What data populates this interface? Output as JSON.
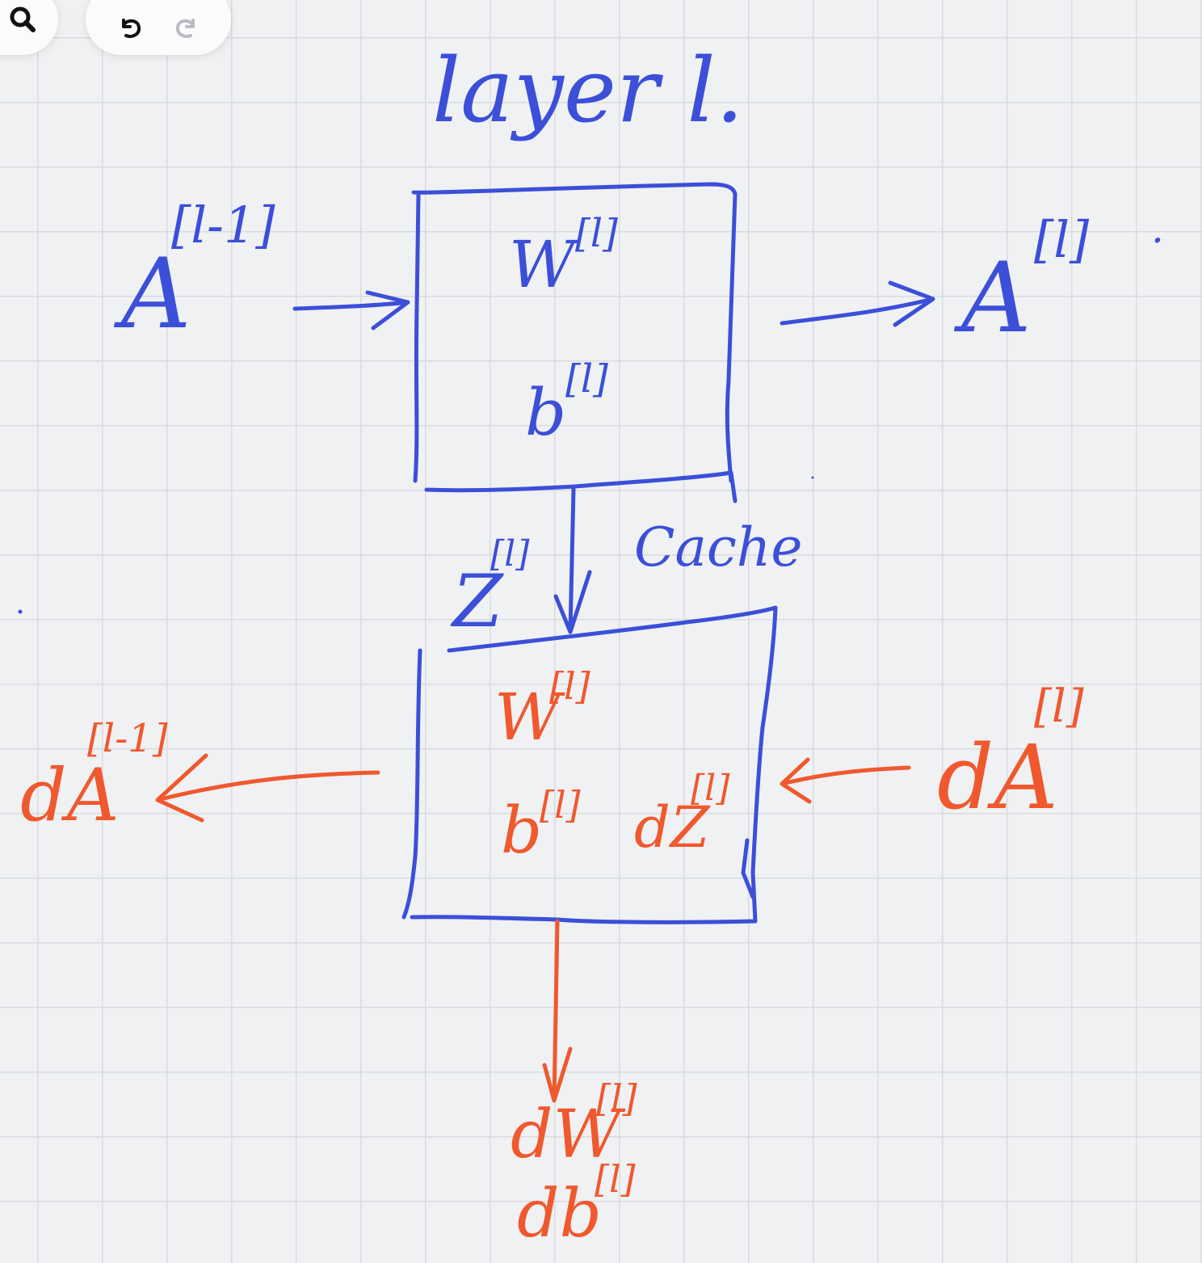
{
  "toolbar": {
    "search_icon": "search-icon",
    "undo_icon": "undo-icon",
    "redo_icon": "redo-icon",
    "undo_enabled": true,
    "redo_enabled": false
  },
  "colors": {
    "forward_ink": "#3b4fd8",
    "backward_ink": "#f0582e",
    "canvas_bg": "#f0f1f3",
    "grid": "#d9dbdf"
  },
  "diagram": {
    "title": "layer l.",
    "forward": {
      "input": {
        "base": "A",
        "sup": "[l-1]"
      },
      "output": {
        "base": "A",
        "sup": "[l]",
        "trailing": "."
      },
      "params_w": {
        "base": "W",
        "sup": "[l]"
      },
      "params_b": {
        "base": "b",
        "sup": "[l]"
      },
      "cache_value": {
        "base": "Z",
        "sup": "[l]"
      },
      "cache_label": "Cache"
    },
    "backward": {
      "input": {
        "base": "dA",
        "sup": "[l]"
      },
      "output": {
        "base": "dA",
        "sup": "[l-1]"
      },
      "params_w": {
        "base": "W",
        "sup": "[l]"
      },
      "params_b": {
        "base": "b",
        "sup": "[l]"
      },
      "grad_z": {
        "base": "dZ",
        "sup": "[l]"
      },
      "grad_w": {
        "base": "dW",
        "sup": "[l]"
      },
      "grad_b": {
        "base": "db",
        "sup": "[l]"
      }
    }
  }
}
